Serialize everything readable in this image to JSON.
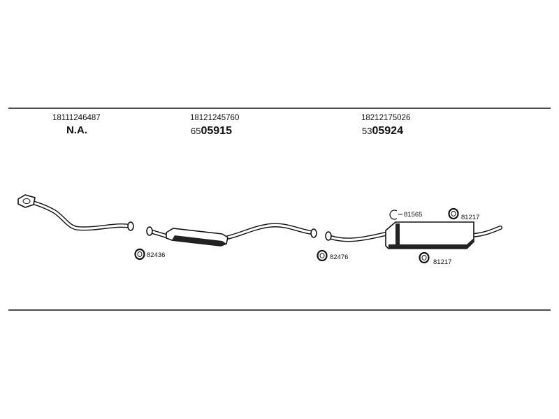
{
  "sections": [
    {
      "oe_number": "18111246487",
      "part_code": "N.A.",
      "part_prefix": "",
      "part_main": ""
    },
    {
      "oe_number": "18121245760",
      "part_code": "",
      "part_prefix": "65",
      "part_main": "05915"
    },
    {
      "oe_number": "18212175026",
      "part_code": "",
      "part_prefix": "53",
      "part_main": "05924"
    }
  ],
  "fittings": [
    {
      "number": "82436",
      "icon": "gasket-ring-icon"
    },
    {
      "number": "82476",
      "icon": "gasket-ring-icon"
    },
    {
      "number": "81565",
      "icon": "clamp-icon"
    },
    {
      "number": "81217",
      "icon": "rubber-mount-ring-icon"
    },
    {
      "number": "81217",
      "icon": "rubber-mount-ring-icon"
    }
  ]
}
